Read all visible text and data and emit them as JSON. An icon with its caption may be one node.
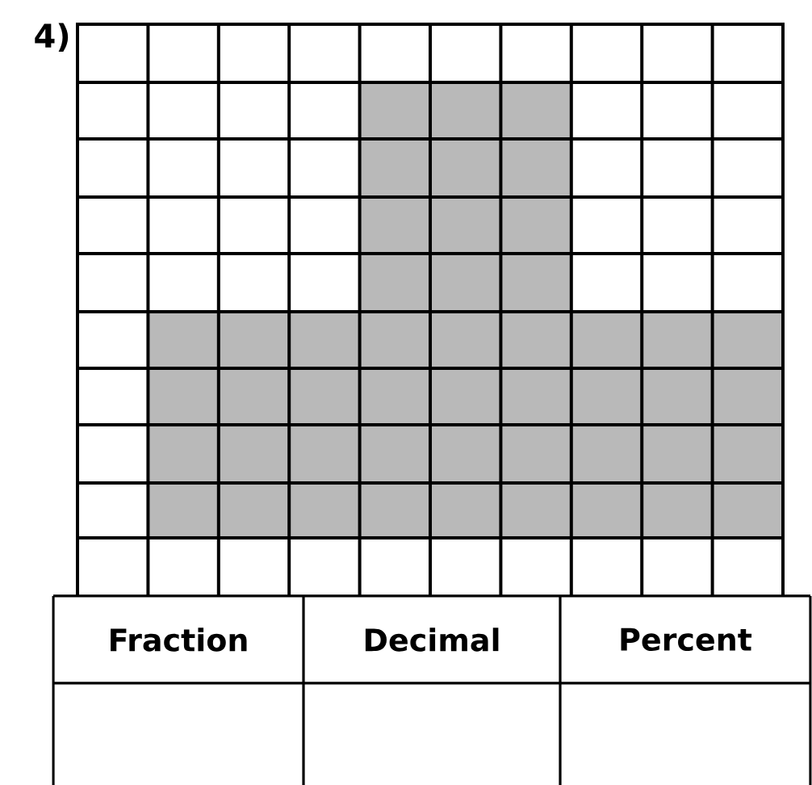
{
  "diagram": {
    "labels": [
      "4)",
      "Fraction",
      "Decimal",
      "Percent"
    ]
  }
}
